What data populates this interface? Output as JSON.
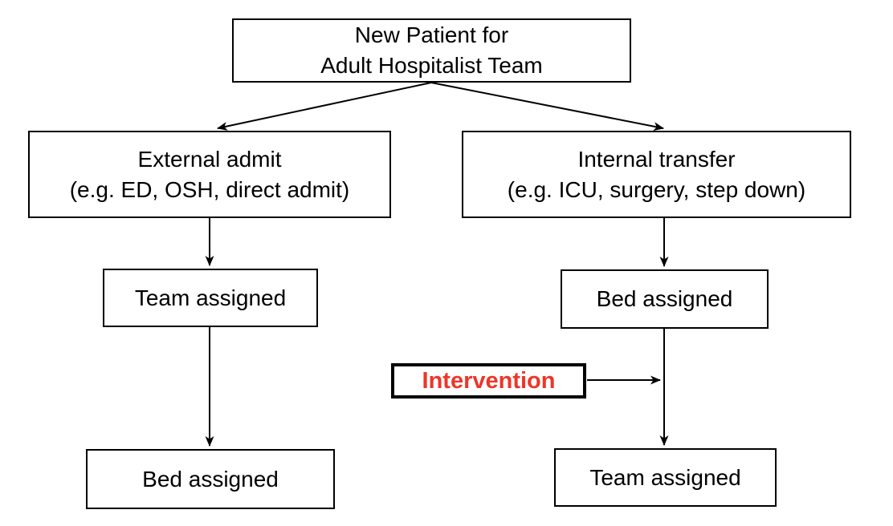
{
  "nodes": {
    "start": {
      "line1": "New Patient for",
      "line2": "Adult Hospitalist Team"
    },
    "external": {
      "line1": "External admit",
      "line2": "(e.g. ED, OSH, direct admit)"
    },
    "internal": {
      "line1": "Internal transfer",
      "line2": "(e.g. ICU, surgery, step down)"
    },
    "external_team": {
      "label": "Team assigned"
    },
    "external_bed": {
      "label": "Bed assigned"
    },
    "internal_bed": {
      "label": "Bed assigned"
    },
    "internal_team": {
      "label": "Team assigned"
    },
    "intervention": {
      "label": "Intervention"
    }
  },
  "edges": [
    {
      "from": "start",
      "to": "external"
    },
    {
      "from": "start",
      "to": "internal"
    },
    {
      "from": "external",
      "to": "external_team"
    },
    {
      "from": "external_team",
      "to": "external_bed"
    },
    {
      "from": "internal",
      "to": "internal_bed"
    },
    {
      "from": "internal_bed",
      "to": "internal_team"
    },
    {
      "from": "intervention",
      "to": "internal_bed-to-internal_team-connector"
    }
  ],
  "colors": {
    "page_background": "#ffffff",
    "box_background": "#ffffff",
    "box_border": "#000000",
    "line": "#000000",
    "text": "#000000",
    "intervention_text": "#ee3529"
  }
}
